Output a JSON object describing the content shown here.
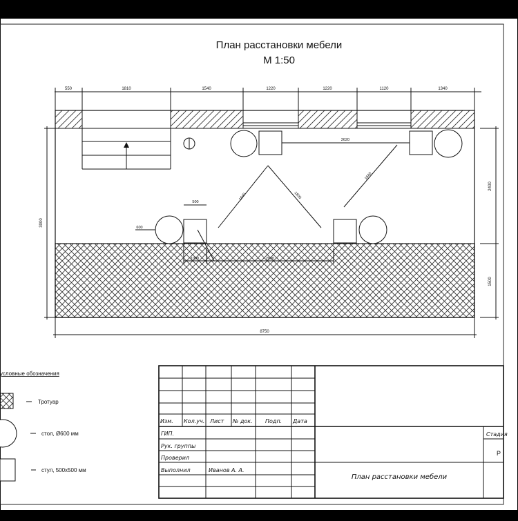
{
  "title": {
    "line1": "План расстановки мебели",
    "line2": "М 1:50"
  },
  "top_dims": [
    "550",
    "1810",
    "1540",
    "1220",
    "1220",
    "1120",
    "1340"
  ],
  "right_dims": [
    "2400",
    "1500"
  ],
  "left_dim": "3000",
  "bottom_dim": "8750",
  "inner_dims": {
    "diag_left_up": "1640",
    "diag_center": "1800",
    "diag_right": "1640",
    "horizontal_top": "2620",
    "chair_width": "500",
    "table_left": "600",
    "bottom_small": "1000",
    "bottom_long": "2000"
  },
  "legend": {
    "heading": "условные обозначения",
    "items": [
      {
        "label": "Тротуар",
        "icon": "hatch-square-icon"
      },
      {
        "label": "стол, Ø600 мм",
        "icon": "circle-icon"
      },
      {
        "label": "стул, 500х500 мм",
        "icon": "square-icon"
      }
    ]
  },
  "stamp": {
    "header_cols": [
      "Изм.",
      "Кол.уч.",
      "Лист",
      "№ док.",
      "Подп.",
      "Дата"
    ],
    "roles": [
      "ГИП.",
      "Рук. группы",
      "Проверил",
      "Выполнил"
    ],
    "executor": "Иванов А. А.",
    "drawing_title": "План расстановки мебели",
    "stage_label": "Стадия",
    "stage_value": "Р"
  }
}
